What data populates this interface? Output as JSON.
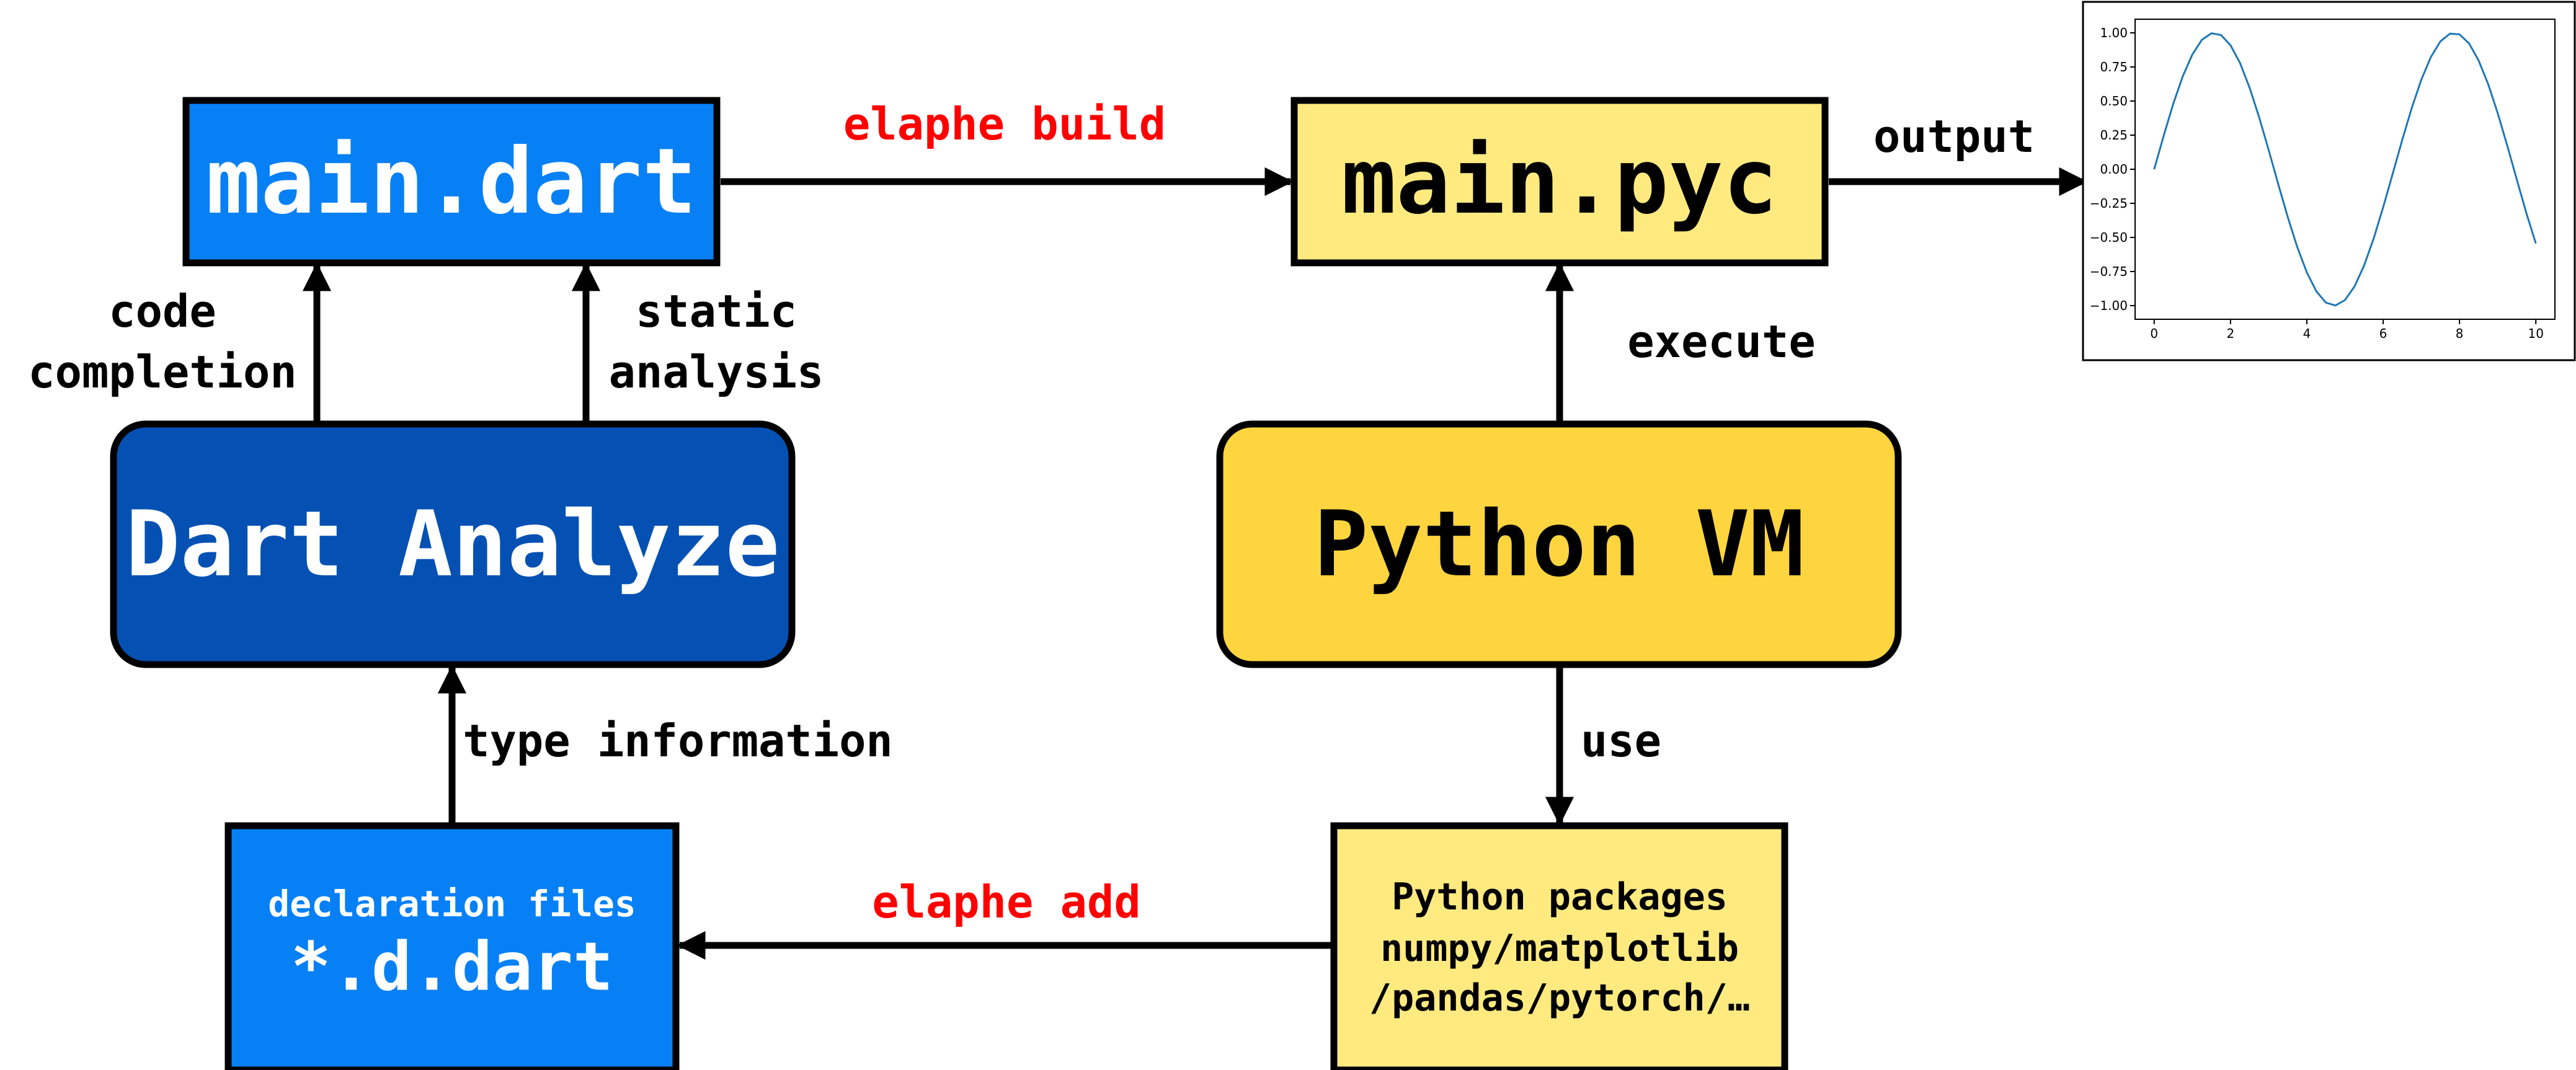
{
  "nodes": {
    "main_dart": "main.dart",
    "main_pyc": "main.pyc",
    "dart_analyze": "Dart Analyze",
    "python_vm": "Python VM",
    "declaration": {
      "line1": "declaration files",
      "line2": "*.d.dart"
    },
    "packages": {
      "line1": "Python packages",
      "line2": "numpy/matplotlib",
      "line3": "/pandas/pytorch/…"
    }
  },
  "edges": {
    "elaphe_build": "elaphe build",
    "output": "output",
    "code_completion": {
      "line1": "code",
      "line2": "completion"
    },
    "static_analysis": {
      "line1": "static",
      "line2": "analysis"
    },
    "execute": "execute",
    "type_information": "type information",
    "use": "use",
    "elaphe_add": "elaphe add"
  },
  "colors": {
    "dart_blue": "#0880f5",
    "dart_dark_blue": "#0551b3",
    "pyc_yellow": "#ffea80",
    "vm_yellow": "#ffd53f",
    "edge_red": "#ff0000",
    "plot_line": "#1f77b4"
  },
  "chart_data": {
    "type": "line",
    "function": "sin(x)",
    "x": [
      0,
      0.25,
      0.5,
      0.75,
      1,
      1.25,
      1.5,
      1.75,
      2,
      2.25,
      2.5,
      2.75,
      3,
      3.25,
      3.5,
      3.75,
      4,
      4.25,
      4.5,
      4.75,
      5,
      5.25,
      5.5,
      5.75,
      6,
      6.25,
      6.5,
      6.75,
      7,
      7.25,
      7.5,
      7.75,
      8,
      8.25,
      8.5,
      8.75,
      9,
      9.25,
      9.5,
      9.75,
      10
    ],
    "y": [
      0,
      0.247,
      0.479,
      0.682,
      0.841,
      0.949,
      0.997,
      0.984,
      0.909,
      0.778,
      0.598,
      0.382,
      0.141,
      -0.108,
      -0.351,
      -0.572,
      -0.757,
      -0.895,
      -0.978,
      -0.999,
      -0.959,
      -0.859,
      -0.706,
      -0.508,
      -0.279,
      -0.033,
      0.215,
      0.45,
      0.657,
      0.823,
      0.938,
      0.994,
      0.989,
      0.923,
      0.798,
      0.625,
      0.412,
      0.174,
      -0.075,
      -0.319,
      -0.544
    ],
    "xticks": [
      "0",
      "2",
      "4",
      "6",
      "8",
      "10"
    ],
    "yticks": [
      "1.00",
      "0.75",
      "0.50",
      "0.25",
      "0.00",
      "−0.25",
      "−0.50",
      "−0.75",
      "−1.00"
    ],
    "xlim": [
      -0.5,
      10.5
    ],
    "ylim": [
      -1.1,
      1.1
    ]
  }
}
